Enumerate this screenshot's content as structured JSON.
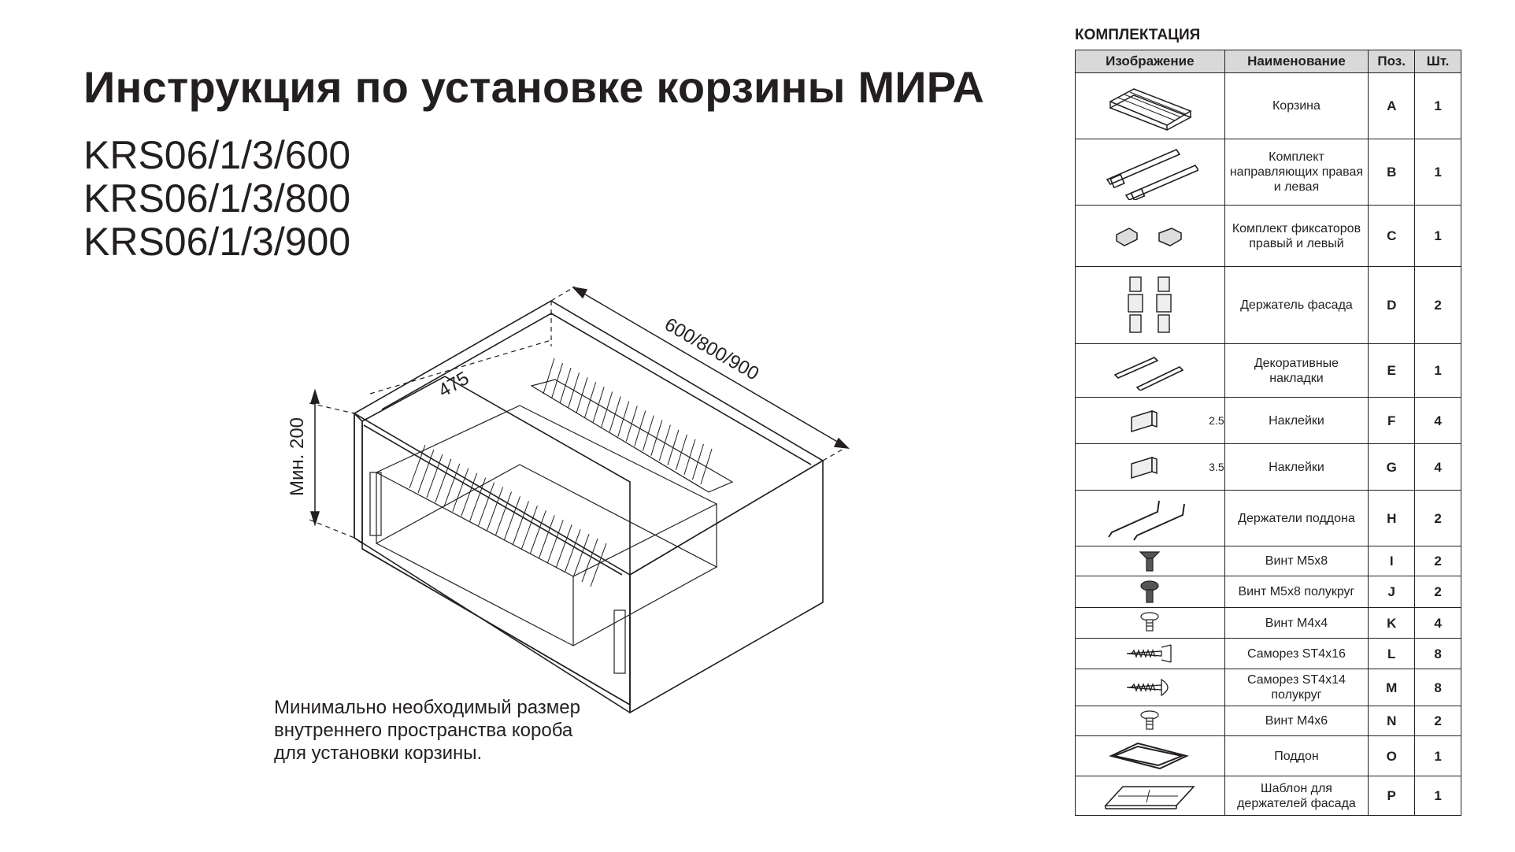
{
  "title": "Инструкция по установке корзины МИРА",
  "models": [
    "KRS06/1/3/600",
    "KRS06/1/3/800",
    "KRS06/1/3/900"
  ],
  "diagram": {
    "width_label": "600/800/900",
    "depth_label": "475",
    "height_label": "Мин. 200"
  },
  "caption": [
    "Минимально необходимый размер",
    "внутреннего пространства короба",
    "для установки корзины."
  ],
  "kit": {
    "title": "КОМПЛЕКТАЦИЯ",
    "headers": {
      "image": "Изображение",
      "name": "Наименование",
      "pos": "Поз.",
      "qty": "Шт."
    },
    "rows": [
      {
        "icon": "basket-icon",
        "name": "Корзина",
        "pos": "A",
        "qty": "1"
      },
      {
        "icon": "rails-icon",
        "name": "Комплект направляющих правая и левая",
        "pos": "B",
        "qty": "1"
      },
      {
        "icon": "latches-icon",
        "name": "Комплект фиксаторов правый и левый",
        "pos": "C",
        "qty": "1"
      },
      {
        "icon": "front-holder-icon",
        "name": "Держатель фасада",
        "pos": "D",
        "qty": "2"
      },
      {
        "icon": "trim-strips-icon",
        "name": "Декоративные накладки",
        "pos": "E",
        "qty": "1"
      },
      {
        "icon": "sticker-icon",
        "icon_label": "2.5",
        "name": "Наклейки",
        "pos": "F",
        "qty": "4"
      },
      {
        "icon": "sticker-icon",
        "icon_label": "3.5",
        "name": "Наклейки",
        "pos": "G",
        "qty": "4"
      },
      {
        "icon": "tray-holders-icon",
        "name": "Держатели поддона",
        "pos": "H",
        "qty": "2"
      },
      {
        "icon": "flat-screw-icon",
        "name": "Винт М5х8",
        "pos": "I",
        "qty": "2"
      },
      {
        "icon": "round-screw-icon",
        "name": "Винт М5х8 полукруг",
        "pos": "J",
        "qty": "2"
      },
      {
        "icon": "small-screw-icon",
        "name": "Винт М4х4",
        "pos": "K",
        "qty": "4"
      },
      {
        "icon": "wood-screw-icon",
        "name": "Саморез ST4x16",
        "pos": "L",
        "qty": "8"
      },
      {
        "icon": "wood-screw-round-icon",
        "name": "Саморез ST4x14 полукруг",
        "pos": "M",
        "qty": "8"
      },
      {
        "icon": "small-screw-icon",
        "name": "Винт М4х6",
        "pos": "N",
        "qty": "2"
      },
      {
        "icon": "tray-icon",
        "name": "Поддон",
        "pos": "O",
        "qty": "1"
      },
      {
        "icon": "template-icon",
        "name": "Шаблон для держателей фасада",
        "pos": "P",
        "qty": "1"
      }
    ]
  }
}
